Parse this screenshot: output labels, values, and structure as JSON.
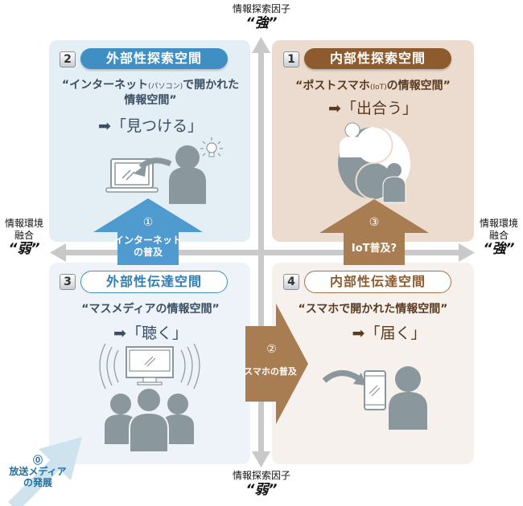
{
  "axes": {
    "vertical_title": "情報探索因子",
    "vertical_top": "“強”",
    "vertical_bottom": "“弱”",
    "horizontal_title_line1": "情報環境",
    "horizontal_title_line2": "融合",
    "horizontal_left": "“弱”",
    "horizontal_right": "“強”"
  },
  "quadrants": [
    {
      "number": "1",
      "title": "内部性探索空間",
      "subtitle": "“ポストスマホ（IoT）の情報空間”",
      "subtitle_main": "“ポストスマホ",
      "subtitle_small": "(IoT)",
      "subtitle_end": "の情報空間”",
      "verb": "➡「出合う」",
      "color": "#8d5b2e",
      "background": "#ecdccf",
      "icon": "yin-yang-people-icon"
    },
    {
      "number": "2",
      "title": "外部性探索空間",
      "subtitle_line1_main": "“インターネット",
      "subtitle_line1_small": "(パソコン)",
      "subtitle_line1_end": "で開かれた",
      "subtitle_line2": "情報空間”",
      "verb": "➡「見つける」",
      "color": "#3f8fc4",
      "background": "#e4eef5",
      "icon": "person-laptop-lightbulb-icon"
    },
    {
      "number": "3",
      "title": "外部性伝達空間",
      "subtitle": "“マスメディアの情報空間”",
      "verb": "➡「聴く」",
      "color": "#3f8fc4",
      "background": "#edf3f8",
      "icon": "audience-tv-icon"
    },
    {
      "number": "4",
      "title": "内部性伝達空間",
      "subtitle": "“スマホで開かれた情報空間”",
      "verb": "➡「届く」",
      "color": "#8d5b2e",
      "background": "#f6f1ec",
      "icon": "phone-person-icon"
    }
  ],
  "transitions": [
    {
      "number": "⓪",
      "line1": "放送メディア",
      "line2": "の発展",
      "color": "#cfe3ee"
    },
    {
      "number": "①",
      "line1": "インターネット",
      "line2": "の普及",
      "color": "#4f9bd0"
    },
    {
      "number": "②",
      "line1": "スマホの普及",
      "color": "#a87d52"
    },
    {
      "number": "③",
      "line1": "IoT普及?",
      "color": "#a87d52"
    }
  ]
}
